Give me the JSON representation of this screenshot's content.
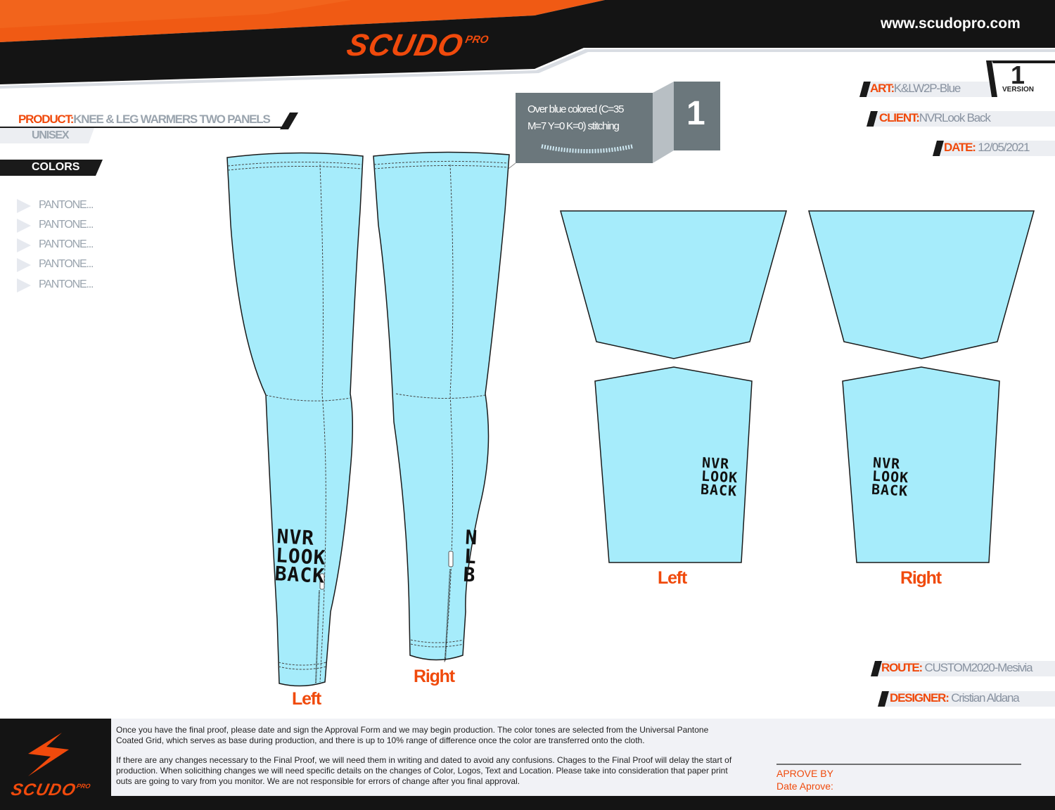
{
  "header": {
    "brand": "SCUDO",
    "brand_suffix": "PRO",
    "website": "www.scudopro.com",
    "accent_color": "#f04a0c"
  },
  "product": {
    "label": "PRODUCT:",
    "value": "KNEE & LEG WARMERS TWO PANELS",
    "gender": "UNISEX"
  },
  "colors": {
    "title": "COLORS",
    "items": [
      "PANTONE...",
      "PANTONE...",
      "PANTONE...",
      "PANTONE...",
      "PANTONE..."
    ]
  },
  "version": {
    "number": "1",
    "label": "VERSION"
  },
  "art": {
    "label": "ART:",
    "value": "K&LW2P-Blue"
  },
  "client": {
    "label": "CLIENT:",
    "value": "NVRLook Back"
  },
  "date": {
    "label": "DATE:",
    "value": "12/05/2021"
  },
  "route": {
    "label": "ROUTE:",
    "value": "CUSTOM2020-Mesivia"
  },
  "designer": {
    "label": "DESIGNER:",
    "value": "Cristian Aldana"
  },
  "callout": {
    "line1": "Over blue colored (C=35",
    "line2": "M=7 Y=0 K=0) stitching",
    "number": "1"
  },
  "garment": {
    "color": "#a6ecfb",
    "print_lines": [
      "NVR",
      "LOOK",
      "BACK"
    ]
  },
  "captions": {
    "leg_left": "Left",
    "leg_right": "Right",
    "panel_left": "Left",
    "panel_right": "Right"
  },
  "footer": {
    "paragraph1": "Once you have the final proof, please date and sign the Approval Form and we may begin production. The color tones are selected from the Universal Pantone Coated Grid, which serves as base during production, and there is up to 10% range of difference once the color are transferred onto the cloth.",
    "paragraph2": "If there are any changes necessary to the Final Proof, we will need them in writing and dated to avoid any confusions. Chages to the Final Proof will delay the start of production. When solicithing changes we will need specific details on the changes of Color, Logos, Text and Location. Please take into consideration that paper print outs are going to vary from you monitor. We are not responsible for errors of change after you final approval.",
    "approve_by": "APROVE BY",
    "date_approve": "Date Aprove:"
  }
}
